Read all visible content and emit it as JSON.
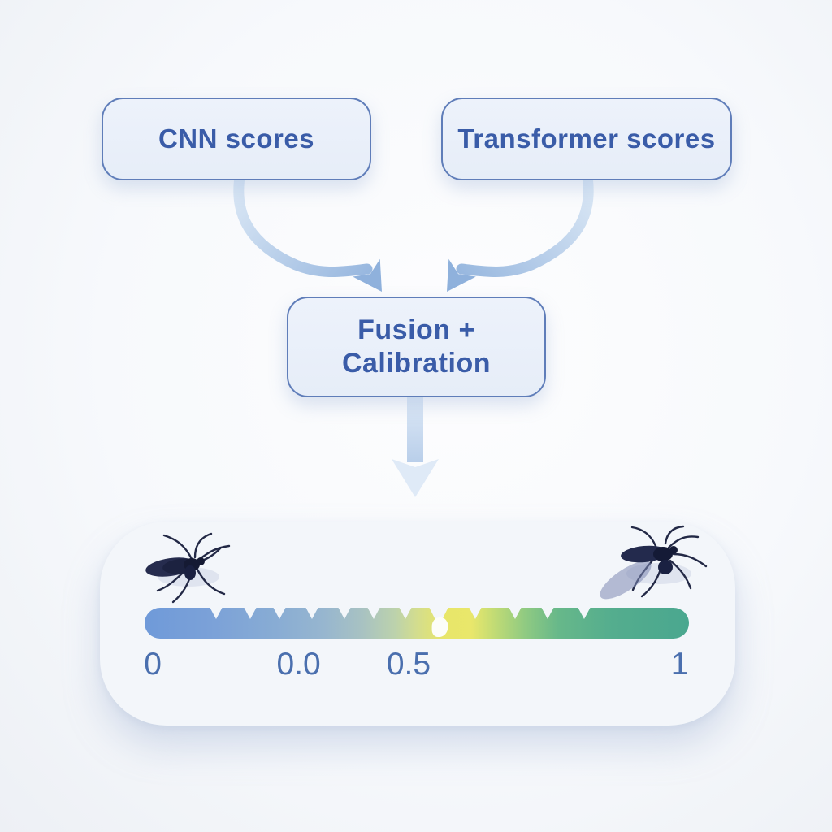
{
  "flow": {
    "boxes": {
      "cnn": {
        "label": "CNN scores"
      },
      "transformer": {
        "label": "Transformer scores"
      },
      "fusion": {
        "label_line1": "Fusion +",
        "label_line2": "Calibration"
      }
    },
    "box_fill": "#e9effa",
    "box_border_color": "#5f7db9",
    "box_text_color": "#3a5ca8",
    "arrow_color_start": "#dae7f5",
    "arrow_color_end": "#8fb1dc"
  },
  "scale_panel": {
    "background_color": "#f3f6fa",
    "tick_label_color": "#4a6fae",
    "ticks": [
      {
        "label": "0",
        "pos": 0.015
      },
      {
        "label": "0.0",
        "pos": 0.283
      },
      {
        "label": "0.5",
        "pos": 0.485
      },
      {
        "label": "1",
        "pos": 0.983
      }
    ],
    "notches": [
      {
        "pos": 0.131,
        "big": false
      },
      {
        "pos": 0.194,
        "big": false
      },
      {
        "pos": 0.248,
        "big": false
      },
      {
        "pos": 0.307,
        "big": false
      },
      {
        "pos": 0.367,
        "big": false
      },
      {
        "pos": 0.421,
        "big": false
      },
      {
        "pos": 0.479,
        "big": false
      },
      {
        "pos": 0.54,
        "big": true
      },
      {
        "pos": 0.607,
        "big": false
      },
      {
        "pos": 0.681,
        "big": false
      },
      {
        "pos": 0.74,
        "big": false
      },
      {
        "pos": 0.807,
        "big": false
      }
    ],
    "bar_gradient_stops": [
      {
        "pos": 0.0,
        "color": "#6f9ad9"
      },
      {
        "pos": 0.12,
        "color": "#7ba1d8"
      },
      {
        "pos": 0.24,
        "color": "#88acd4"
      },
      {
        "pos": 0.33,
        "color": "#97b6cf"
      },
      {
        "pos": 0.4,
        "color": "#a8c2c2"
      },
      {
        "pos": 0.46,
        "color": "#bcd2ac"
      },
      {
        "pos": 0.5,
        "color": "#d3dd8e"
      },
      {
        "pos": 0.55,
        "color": "#e8e669"
      },
      {
        "pos": 0.6,
        "color": "#e9e76b"
      },
      {
        "pos": 0.64,
        "color": "#c4dc74"
      },
      {
        "pos": 0.7,
        "color": "#8fca82"
      },
      {
        "pos": 0.76,
        "color": "#67b88a"
      },
      {
        "pos": 0.86,
        "color": "#54ad8e"
      },
      {
        "pos": 1.0,
        "color": "#4aa78f"
      }
    ],
    "icons": {
      "left": {
        "name": "mosquito-icon"
      },
      "right": {
        "name": "mosquito-icon"
      }
    }
  }
}
